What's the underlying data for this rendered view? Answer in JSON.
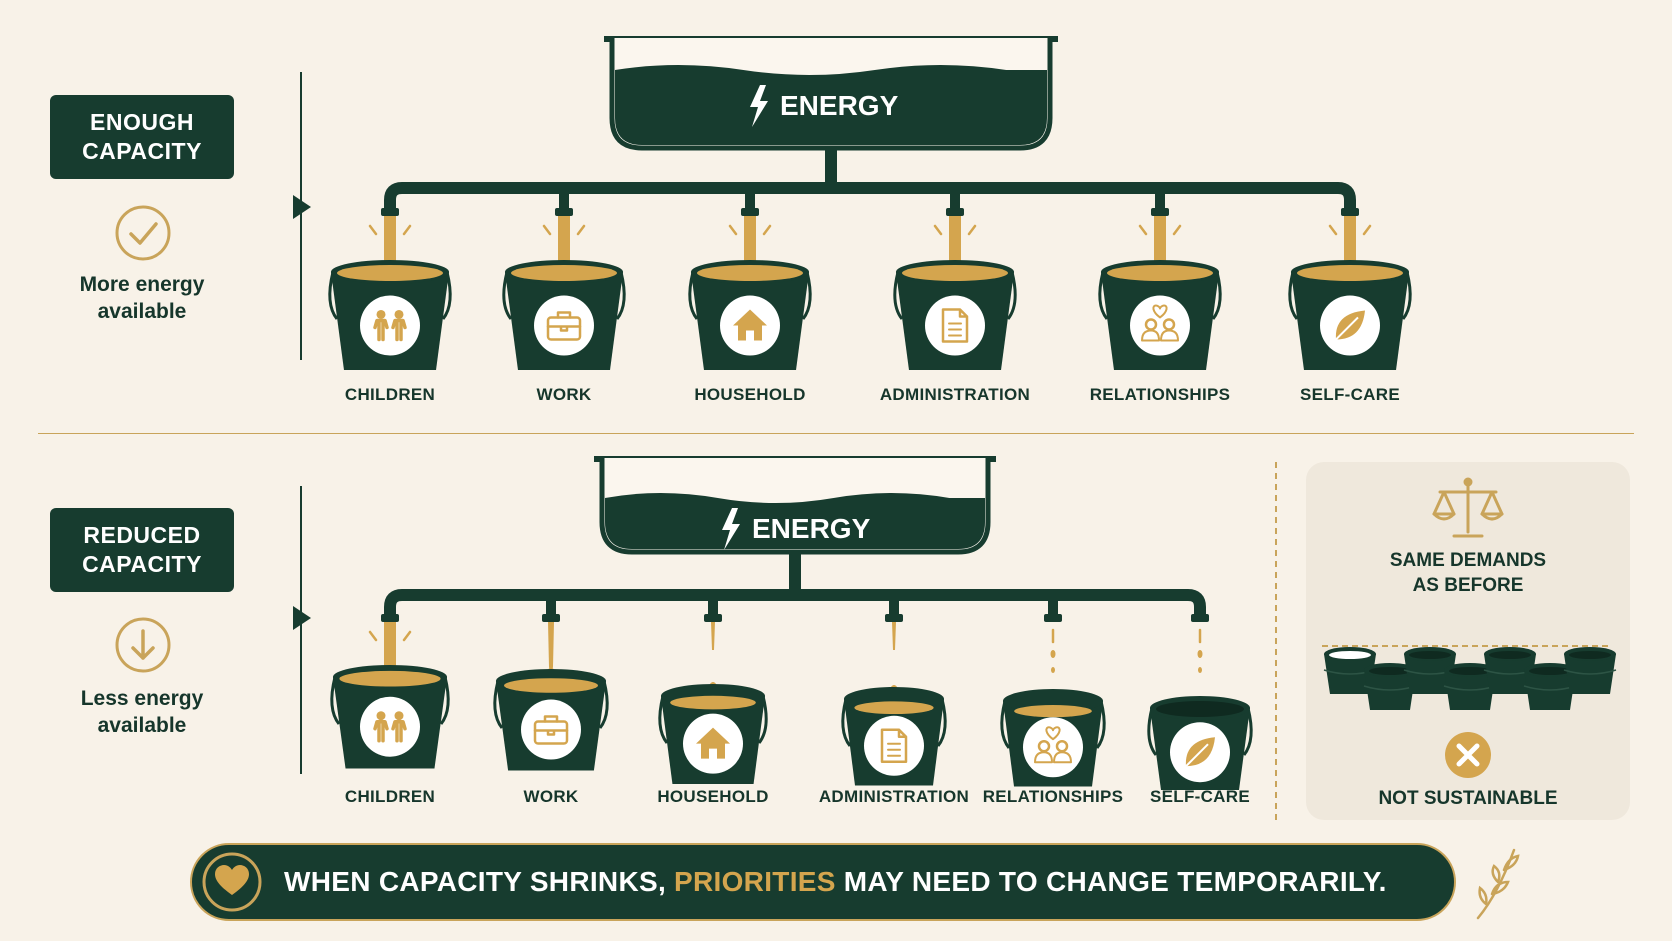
{
  "colors": {
    "dark_green": "#173c2f",
    "gold": "#c9a45a",
    "background": "#f8f2e8",
    "panel": "#efe8dc"
  },
  "top": {
    "label": "ENOUGH CAPACITY",
    "status_icon": "check-icon",
    "status_text": "More energy available",
    "tank_label": "ENERGY",
    "buckets": [
      {
        "label": "CHILDREN",
        "icon": "children-icon",
        "fill": 1.0
      },
      {
        "label": "WORK",
        "icon": "briefcase-icon",
        "fill": 1.0
      },
      {
        "label": "HOUSEHOLD",
        "icon": "house-icon",
        "fill": 1.0
      },
      {
        "label": "ADMINISTRATION",
        "icon": "document-icon",
        "fill": 1.0
      },
      {
        "label": "RELATIONSHIPS",
        "icon": "relationships-icon",
        "fill": 1.0
      },
      {
        "label": "SELF-CARE",
        "icon": "leaf-icon",
        "fill": 1.0
      }
    ]
  },
  "bottom": {
    "label": "REDUCED CAPACITY",
    "status_icon": "arrow-down-icon",
    "status_text": "Less energy available",
    "tank_label": "ENERGY",
    "buckets": [
      {
        "label": "CHILDREN",
        "icon": "children-icon",
        "fill": 0.95
      },
      {
        "label": "WORK",
        "icon": "briefcase-icon",
        "fill": 0.75
      },
      {
        "label": "HOUSEHOLD",
        "icon": "house-icon",
        "fill": 0.6
      },
      {
        "label": "ADMINISTRATION",
        "icon": "document-icon",
        "fill": 0.45
      },
      {
        "label": "RELATIONSHIPS",
        "icon": "relationships-icon",
        "fill": 0.35
      },
      {
        "label": "SELF-CARE",
        "icon": "leaf-icon",
        "fill": 0.0
      }
    ]
  },
  "side_panel": {
    "icon": "scale-icon",
    "title": "SAME DEMANDS AS BEFORE",
    "result_icon": "x-icon",
    "result_text": "NOT SUSTAINABLE"
  },
  "banner": {
    "icon": "heart-icon",
    "text_before": "WHEN CAPACITY SHRINKS,",
    "highlight": "PRIORITIES",
    "text_after": "MAY NEED TO CHANGE TEMPORARILY.",
    "decor_icon": "olive-branch-icon"
  }
}
